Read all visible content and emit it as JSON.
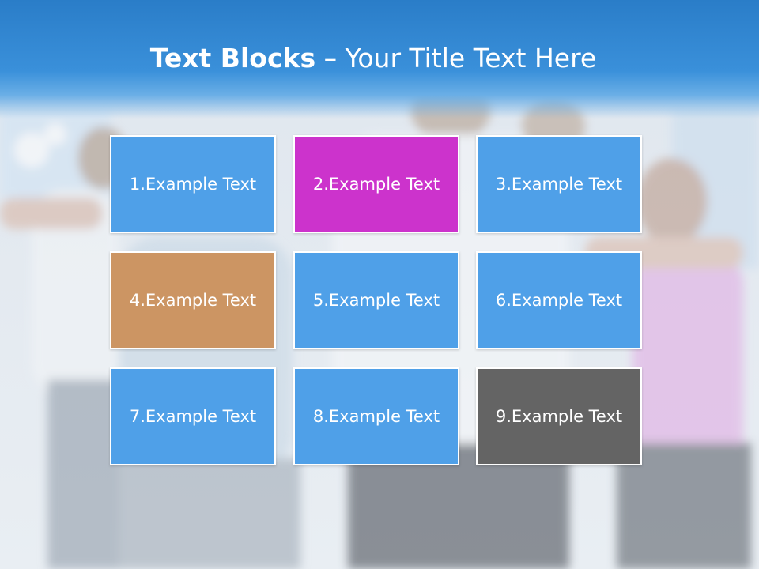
{
  "title": {
    "bold": "Text Blocks",
    "separator": " – ",
    "rest": "Your Title Text Here"
  },
  "blocks": [
    {
      "label": "1.Example Text",
      "color": "#4fa0e8"
    },
    {
      "label": "2.Example Text",
      "color": "#cc33cc"
    },
    {
      "label": "3.Example Text",
      "color": "#4fa0e8"
    },
    {
      "label": "4.Example Text",
      "color": "#cc9563"
    },
    {
      "label": "5.Example Text",
      "color": "#4fa0e8"
    },
    {
      "label": "6.Example Text",
      "color": "#4fa0e8"
    },
    {
      "label": "7.Example Text",
      "color": "#4fa0e8"
    },
    {
      "label": "8.Example Text",
      "color": "#4fa0e8"
    },
    {
      "label": "9.Example Text",
      "color": "#646464"
    }
  ],
  "colors": {
    "header": "#2a7dc8",
    "accent_blue": "#4fa0e8"
  }
}
